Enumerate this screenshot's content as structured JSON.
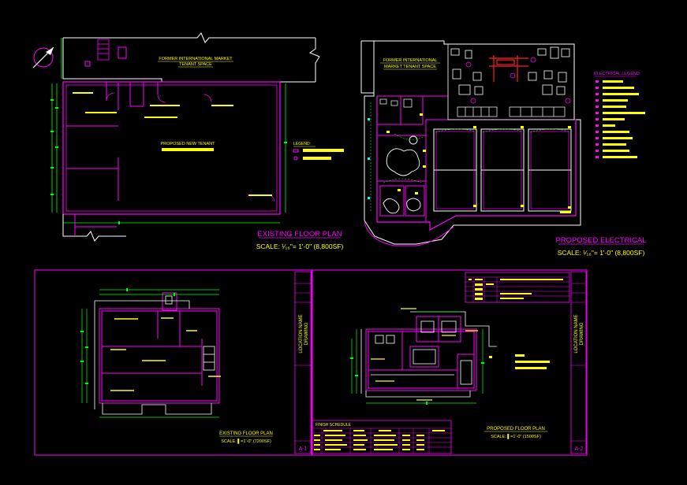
{
  "canvas": {
    "background": "#000000"
  },
  "colors": {
    "magenta": "#ff00ff",
    "yellow": "#ffff00",
    "green": "#00ff00",
    "white": "#ffffff",
    "red": "#ff2020",
    "cyan": "#00ffff",
    "grey": "#b0b0b0"
  },
  "top_left_plan": {
    "former_tenant_line1": "FORMER INTERNATIONAL MARKET",
    "former_tenant_line2": "TENANT SPACE",
    "proposed_tenant": "PROPOSED NEW TENANT",
    "legend_title": "LEGEND:",
    "title": "EXISTING FLOOR PLAN",
    "scale": "SCALE: ¹⁄₁₆\"= 1'-0\" (8,800SF)"
  },
  "top_right_plan": {
    "former_tenant_line1": "FORMER INTERNATIONAL",
    "former_tenant_line2": "MARKET TENANT SPACE",
    "legend_title": "ELECTRICAL LEGEND:",
    "title": "PROPOSED ELECTRICAL",
    "scale": "SCALE: ¹⁄₁₆\"= 1'-0\" (8,800SF)"
  },
  "sheet_a1": {
    "title": "EXISTING FLOOR PLAN",
    "scale": "SCALE: ▌=1'-0\" (7200SF)",
    "title_block_line1": "LOCATION NAME",
    "title_block_line2": "DRAWING",
    "sheet_number": "A-1",
    "finish_schedule_title": "FINISH SCHEDULE"
  },
  "sheet_a2": {
    "title": "PROPOSED FLOOR PLAN",
    "scale": "SCALE: ▌=1'-0\" (1500SF)",
    "title_block_line1": "LOCATION NAME",
    "title_block_line2": "DRAWING",
    "sheet_number": "A-2"
  }
}
